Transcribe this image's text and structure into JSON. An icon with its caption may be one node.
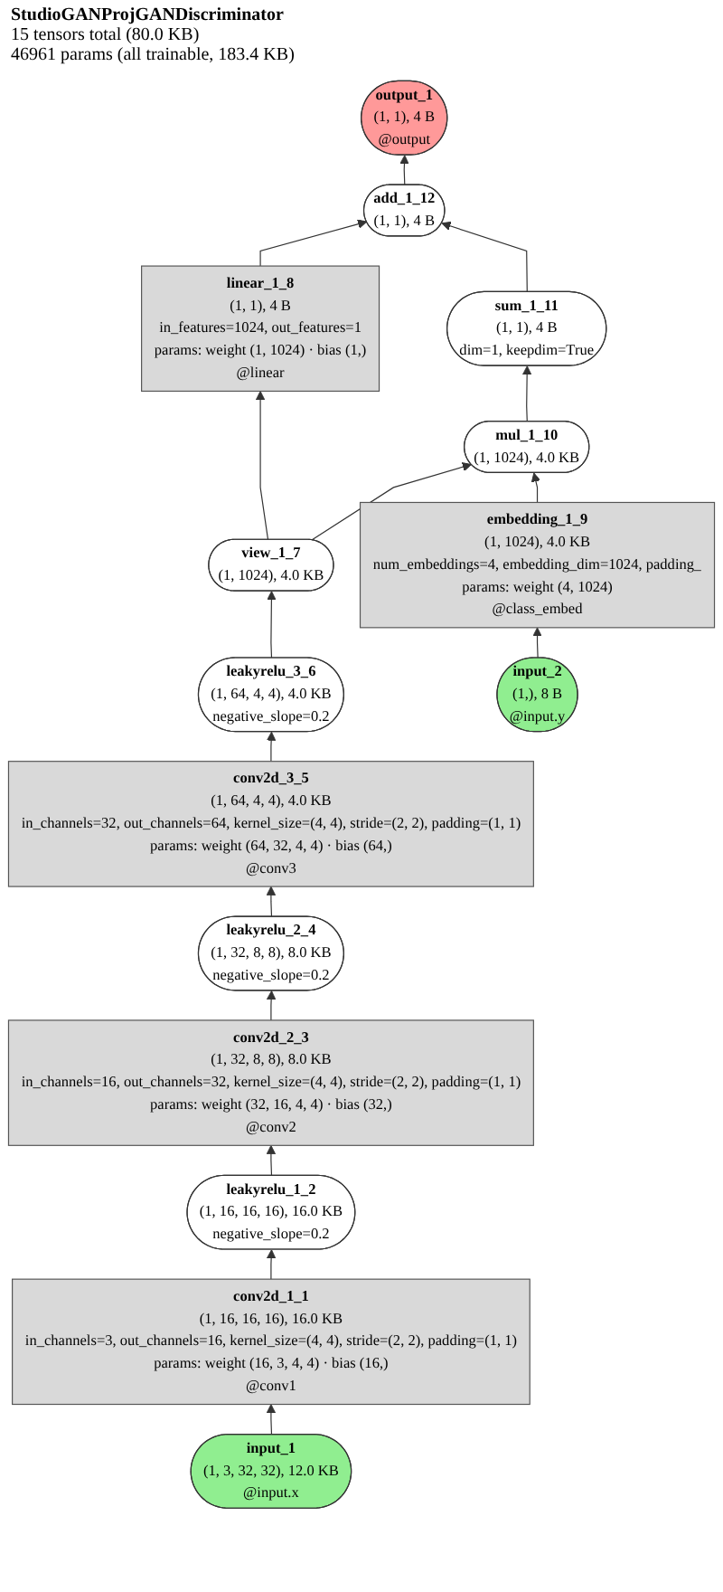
{
  "diagram": {
    "title": "StudioGANProjGANDiscriminator",
    "nodes": [
      {
        "text": [
          "output_1",
          "(1, 1), 4 B",
          "@output"
        ]
      },
      {
        "text": [
          "add_1_12",
          "(1, 1), 4 B"
        ]
      },
      {
        "text": [
          "linear_1_8",
          "(1, 1), 4 B",
          "in_features=1024, out_features=1",
          "params: weight (1, 1024) · bias (1,)",
          "@linear"
        ]
      },
      {
        "text": [
          "sum_1_11",
          "(1, 1), 4 B",
          "dim=1, keepdim=True"
        ]
      },
      {
        "text": [
          "mul_1_10",
          "(1, 1024), 4.0 KB"
        ]
      },
      {
        "text": [
          "view_1_7",
          "(1, 1024), 4.0 KB"
        ]
      },
      {
        "text": [
          "embedding_1_9",
          "(1, 1024), 4.0 KB",
          "num_embeddings=4, embedding_dim=1024, padding_",
          "params: weight (4, 1024)",
          "@class_embed"
        ]
      },
      {
        "text": [
          "input_2",
          "(1,), 8 B",
          "@input.y"
        ]
      },
      {
        "text": [
          "leakyrelu_3_6",
          "(1, 64, 4, 4), 4.0 KB",
          "negative_slope=0.2"
        ]
      },
      {
        "text": [
          "conv2d_3_5",
          "(1, 64, 4, 4), 4.0 KB",
          "in_channels=32, out_channels=64, kernel_size=(4, 4), stride=(2, 2), padding=(1, 1)",
          "params: weight (64, 32, 4, 4) · bias (64,)",
          "@conv3"
        ]
      },
      {
        "text": [
          "leakyrelu_2_4",
          "(1, 32, 8, 8), 8.0 KB",
          "negative_slope=0.2"
        ]
      },
      {
        "text": [
          "conv2d_2_3",
          "(1, 32, 8, 8), 8.0 KB",
          "in_channels=16, out_channels=32, kernel_size=(4, 4), stride=(2, 2), padding=(1, 1)",
          "params: weight (32, 16, 4, 4) · bias (32,)",
          "@conv2"
        ]
      },
      {
        "text": [
          "leakyrelu_1_2",
          "(1, 16, 16, 16), 16.0 KB",
          "negative_slope=0.2"
        ]
      },
      {
        "text": [
          "conv2d_1_1",
          "(1, 16, 16, 16), 16.0 KB",
          "in_channels=3, out_channels=16, kernel_size=(4, 4), stride=(2, 2), padding=(1, 1)",
          "params: weight (16, 3, 4, 4) · bias (16,)",
          "@conv1"
        ]
      },
      {
        "text": [
          "input_1",
          "(1, 3, 32, 32), 12.0 KB",
          "@input.x"
        ]
      }
    ],
    "edges": [
      {
        "from": 14,
        "to": 13,
        "arrow": "to"
      },
      {
        "from": 13,
        "to": 12,
        "arrow": "to"
      },
      {
        "from": 12,
        "to": 11,
        "arrow": "to"
      },
      {
        "from": 11,
        "to": 10,
        "arrow": "to"
      },
      {
        "from": 10,
        "to": 9,
        "arrow": "to"
      },
      {
        "from": 9,
        "to": 8,
        "arrow": "to"
      },
      {
        "from": 8,
        "to": 5,
        "arrow": "to"
      },
      {
        "from": 5,
        "to": 2,
        "arrow": "to"
      },
      {
        "from": 5,
        "to": 4,
        "arrow": "to"
      },
      {
        "from": 7,
        "to": 6,
        "arrow": "to"
      },
      {
        "from": 6,
        "to": 4,
        "arrow": "to"
      },
      {
        "from": 4,
        "to": 3,
        "arrow": "to"
      },
      {
        "from": 2,
        "to": 1,
        "arrow": "to"
      },
      {
        "from": 3,
        "to": 1,
        "arrow": "to"
      },
      {
        "from": 1,
        "to": 0,
        "arrow": "to"
      }
    ],
    "labels": [
      "15 tensors total (80.0 KB)",
      "46961 params (all trainable, 183.4 KB)"
    ]
  }
}
